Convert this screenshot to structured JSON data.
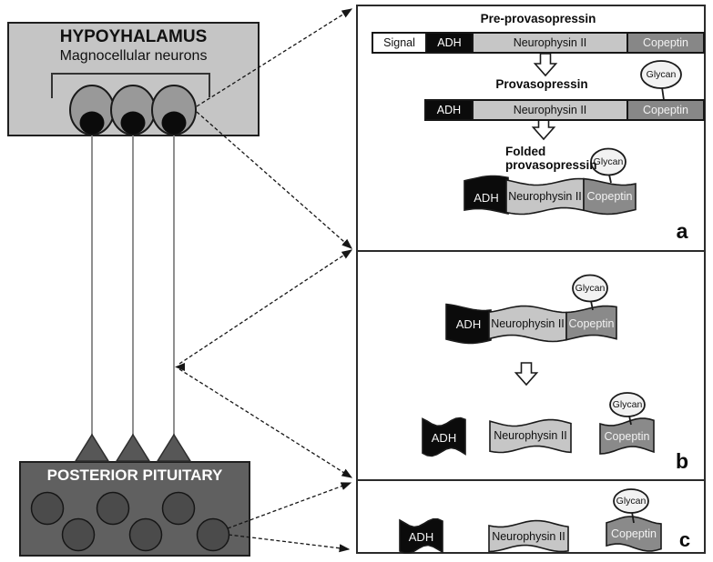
{
  "figure": {
    "hypothalamus": {
      "title": "HYPOYHALAMUS",
      "subtitle": "Magnocellular neurons"
    },
    "posterior_pituitary": {
      "title": "POSTERIOR PITUITARY"
    },
    "molecules": {
      "signal": "Signal",
      "adh": "ADH",
      "neurophysin_ii": "Neurophysin II",
      "copeptin": "Copeptin",
      "glycan": "Glycan"
    },
    "panel_a": {
      "label": "a",
      "stage1": "Pre-provasopressin",
      "stage2": "Provasopressin",
      "stage3_line1": "Folded",
      "stage3_line2": "provasopressin"
    },
    "panel_b": {
      "label": "b"
    },
    "panel_c": {
      "label": "c"
    },
    "colors": {
      "neurophysin_fill": "#c6c6c6",
      "copeptin_fill": "#8a8a8a",
      "adh_fill": "#0b0b0b",
      "hypothalamus_fill": "#c5c5c5",
      "pituitary_fill": "#606060"
    }
  }
}
